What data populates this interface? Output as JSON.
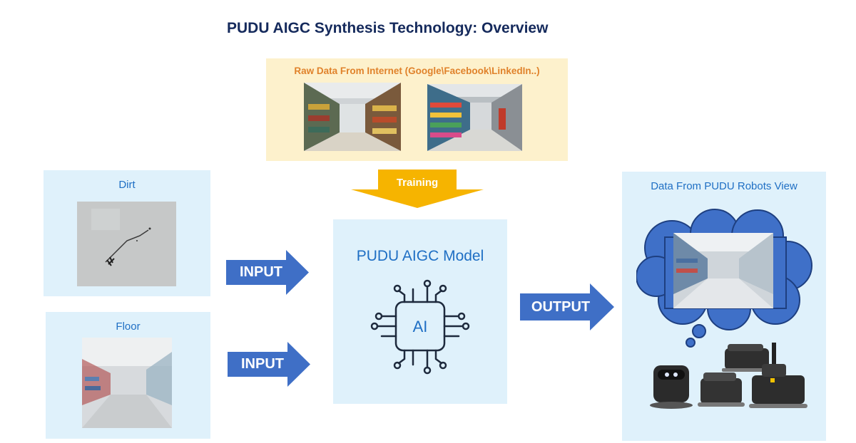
{
  "title": "PUDU AIGC Synthesis Technology: Overview",
  "raw_data": {
    "caption": "Raw Data From Internet (Google\\Facebook\\LinkedIn..)"
  },
  "training": {
    "label": "Training"
  },
  "dirt": {
    "label": "Dirt"
  },
  "floor": {
    "label": "Floor"
  },
  "input_arrows": [
    "INPUT",
    "INPUT"
  ],
  "model": {
    "title": "PUDU AIGC Model",
    "chip_label": "AI"
  },
  "output": {
    "label": "OUTPUT"
  },
  "robots": {
    "title": "Data From PUDU Robots View"
  },
  "colors": {
    "title": "#152a5c",
    "accent_blue": "#1f6fc4",
    "arrow_blue": "#3f6fc6",
    "training_arrow": "#f6b400",
    "panel": "#dff1fb",
    "raw_panel": "#fdf1cc",
    "raw_caption": "#e0822b",
    "cloud": "#3f70c8"
  }
}
